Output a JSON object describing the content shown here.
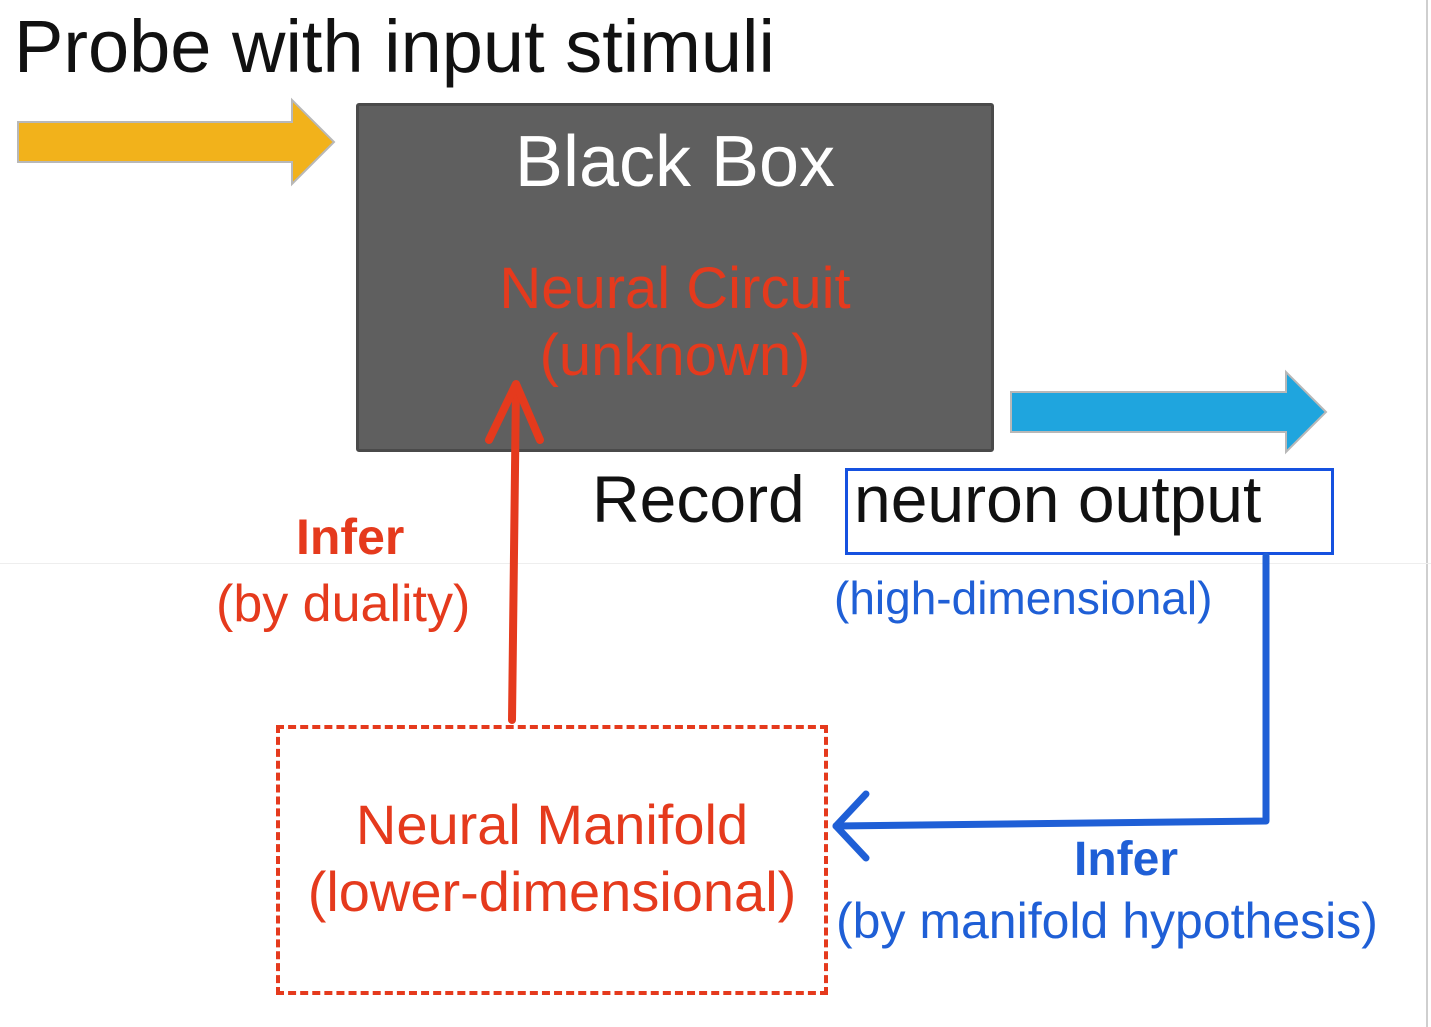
{
  "title": "Probe with input stimuli",
  "black_box": {
    "title": "Black Box",
    "content_line1": "Neural Circuit",
    "content_line2": "(unknown)"
  },
  "record": {
    "prefix": "Record",
    "highlight": "neuron output",
    "note": "(high-dimensional)"
  },
  "infer_left": {
    "title": "Infer",
    "subtitle": "(by duality)"
  },
  "manifold": {
    "line1": "Neural Manifold",
    "line2": "(lower-dimensional)"
  },
  "infer_right": {
    "title": "Infer",
    "subtitle": "(by manifold hypothesis)"
  },
  "colors": {
    "input_arrow": "#f2b21b",
    "output_arrow": "#1fa5de",
    "black_box_fill": "#5f5f5f",
    "red": "#e53a1d",
    "blue": "#1f5fd6",
    "text": "#111111"
  },
  "icons": {
    "input_arrow": "block-arrow-right",
    "output_arrow": "block-arrow-right",
    "red_arrow": "arrow-up",
    "blue_arrow": "arrow-left"
  }
}
